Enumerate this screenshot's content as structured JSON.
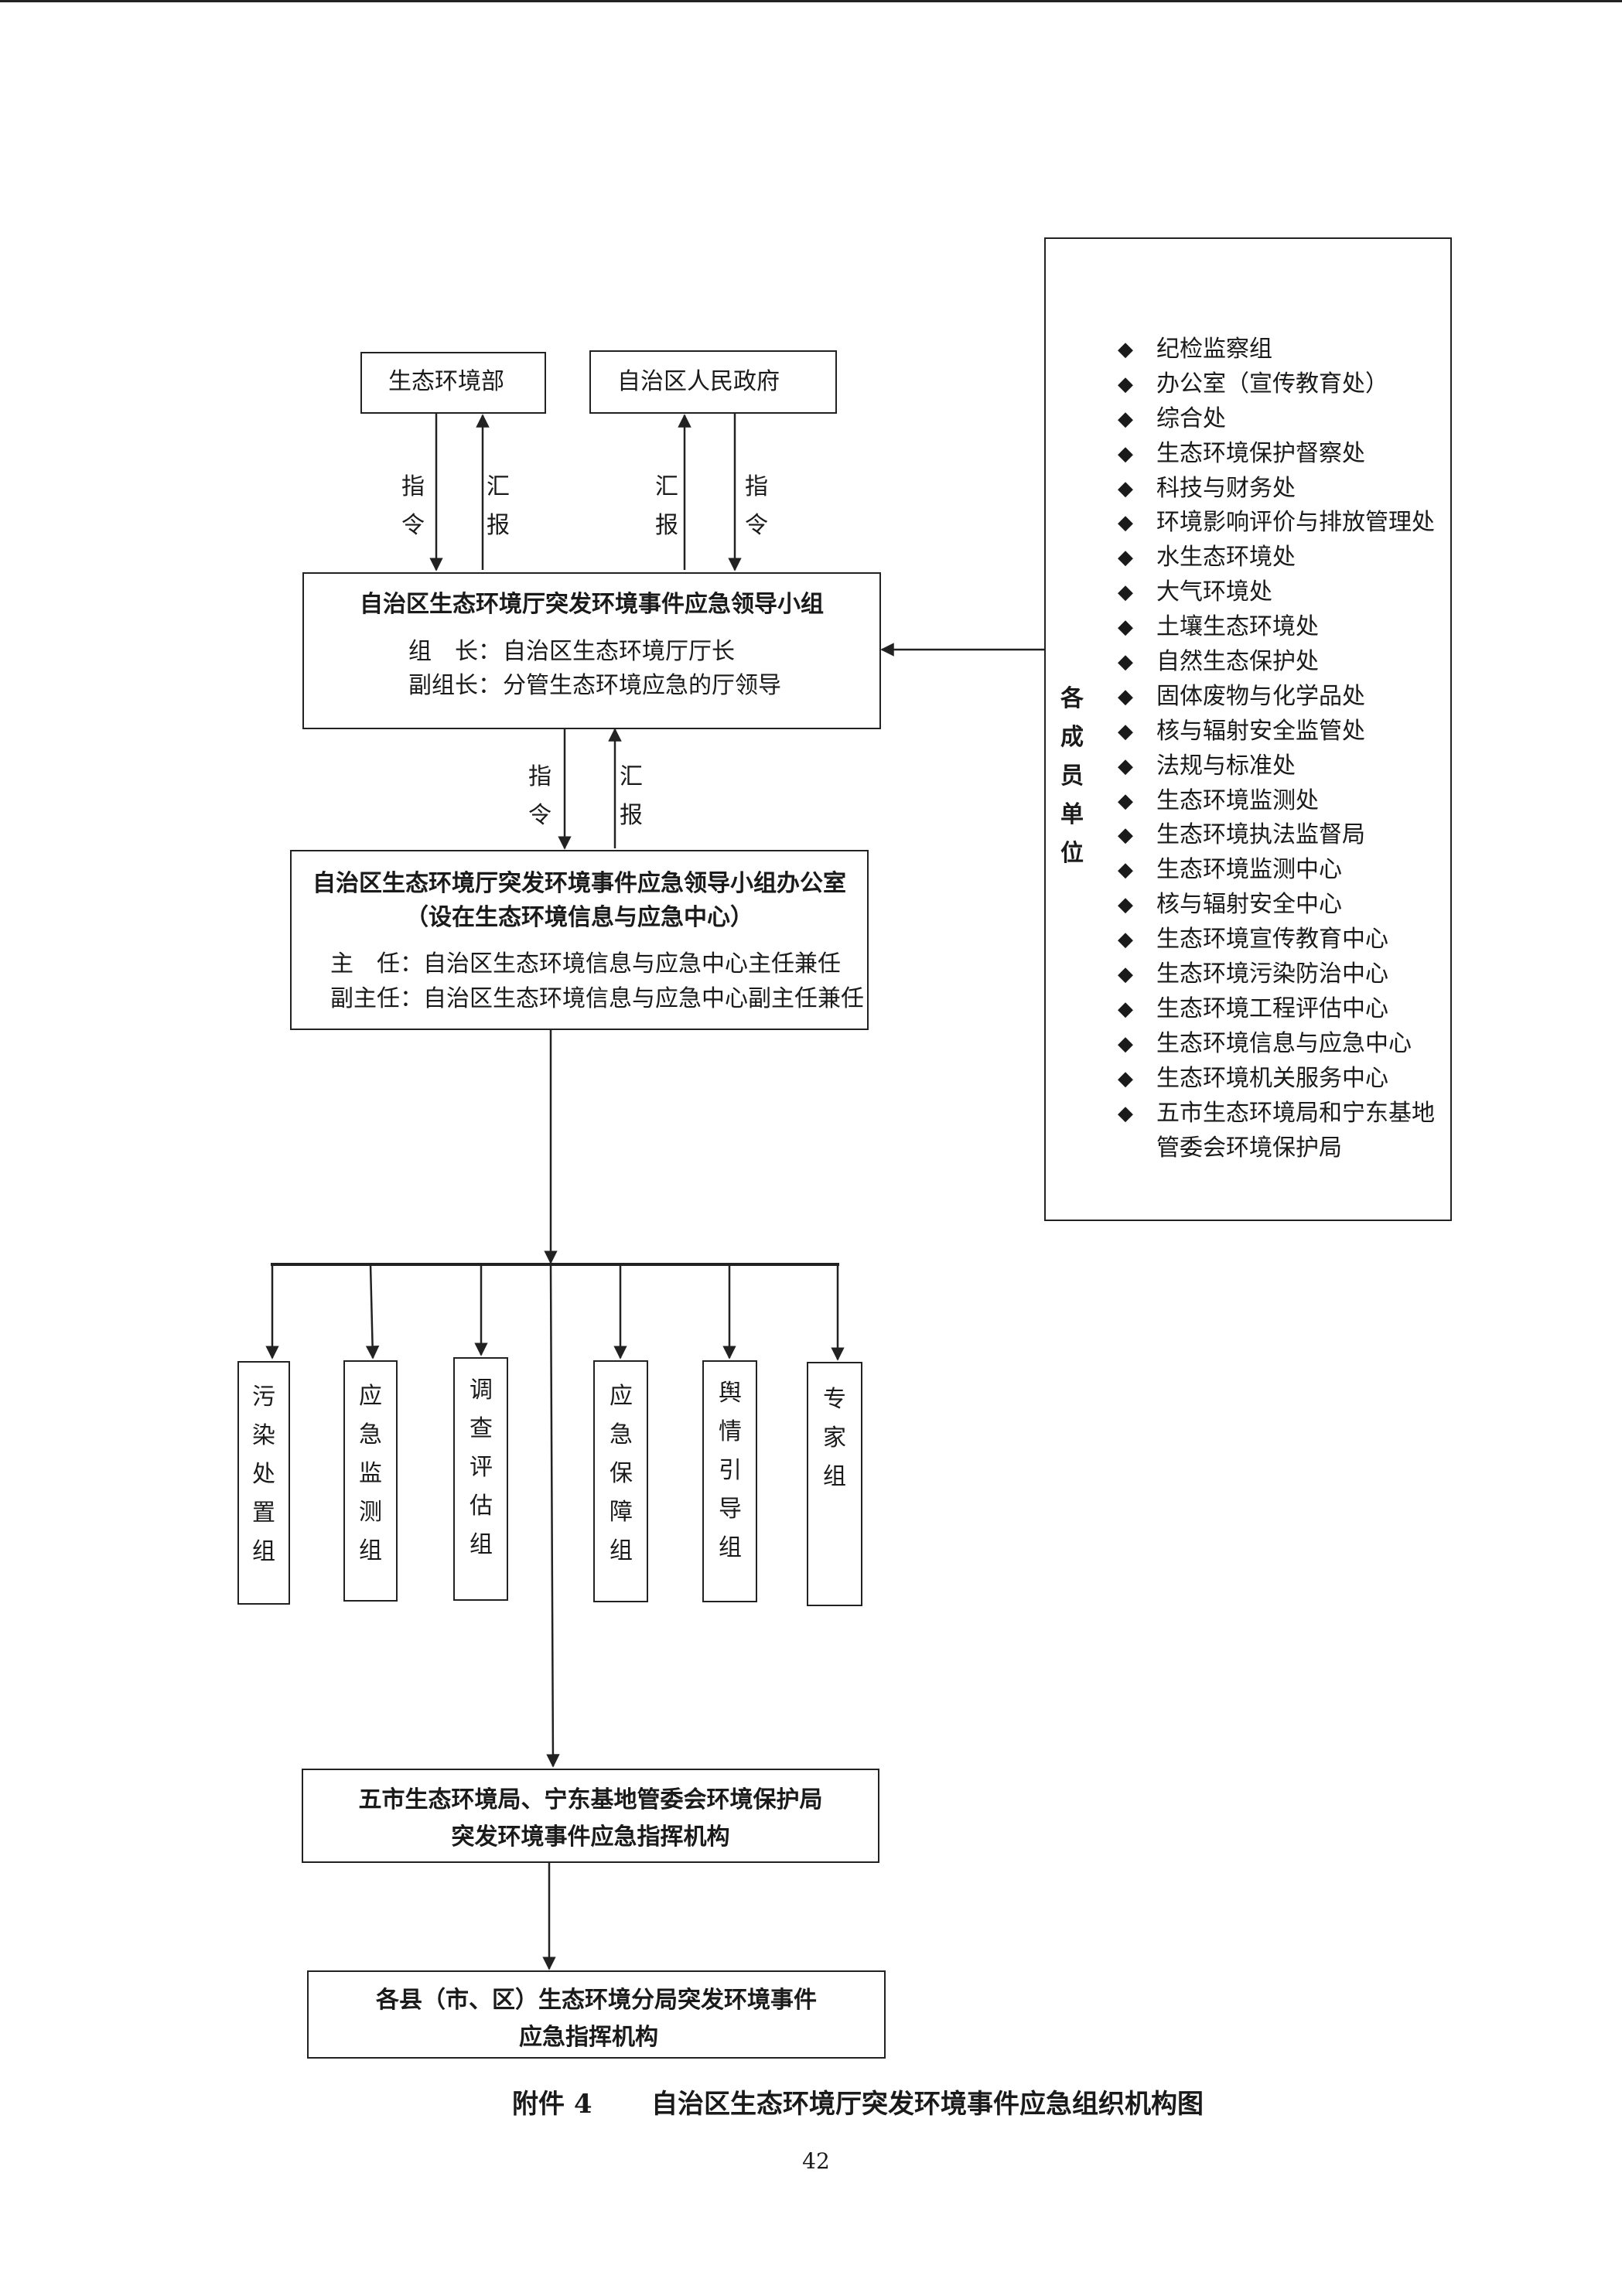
{
  "top_boxes": {
    "ministry": "生态环境部",
    "gov": "自治区人民政府"
  },
  "arrow_labels": {
    "order_1": "指",
    "order_2": "令",
    "report_1": "汇",
    "report_2": "报"
  },
  "leading_group": {
    "title": "自治区生态环境厅突发环境事件应急领导小组",
    "leader_label": "组　长：",
    "leader_value": "自治区生态环境厅厅长",
    "deputy_label": "副组长：",
    "deputy_value": "分管生态环境应急的厅领导"
  },
  "office": {
    "title": "自治区生态环境厅突发环境事件应急领导小组办公室",
    "subtitle": "（设在生态环境信息与应急中心）",
    "director_label": "主　任：",
    "director_value": "自治区生态环境信息与应急中心主任兼任",
    "deputy_label": "副主任：",
    "deputy_value": "自治区生态环境信息与应急中心副主任兼任"
  },
  "member_units": {
    "label": [
      "各",
      "成",
      "员",
      "单",
      "位"
    ],
    "items": [
      "纪检监察组",
      "办公室（宣传教育处）",
      "综合处",
      "生态环境保护督察处",
      "科技与财务处",
      "环境影响评价与排放管理处",
      "水生态环境处",
      "大气环境处",
      "土壤生态环境处",
      "自然生态保护处",
      "固体废物与化学品处",
      "核与辐射安全监管处",
      "法规与标准处",
      "生态环境监测处",
      "生态环境执法监督局",
      "生态环境监测中心",
      "核与辐射安全中心",
      "生态环境宣传教育中心",
      "生态环境污染防治中心",
      "生态环境工程评估中心",
      "生态环境信息与应急中心",
      "生态环境机关服务中心",
      "五市生态环境局和宁东基地管委会环境保护局"
    ],
    "bullet": "◆"
  },
  "groups": [
    [
      "污",
      "染",
      "处",
      "置",
      "组"
    ],
    [
      "应",
      "急",
      "监",
      "测",
      "组"
    ],
    [
      "调",
      "查",
      "评",
      "估",
      "组"
    ],
    [
      "应",
      "急",
      "保",
      "障",
      "组"
    ],
    [
      "舆",
      "情",
      "引",
      "导",
      "组"
    ],
    [
      "专",
      "家",
      "组"
    ]
  ],
  "city_org": {
    "line1": "五市生态环境局、宁东基地管委会环境保护局",
    "line2": "突发环境事件应急指挥机构"
  },
  "county_org": {
    "line1": "各县（市、区）生态环境分局突发环境事件",
    "line2": "应急指挥机构"
  },
  "caption": {
    "prefix": "附件 4",
    "title": "自治区生态环境厅突发环境事件应急组织机构图"
  },
  "page_number": "42"
}
